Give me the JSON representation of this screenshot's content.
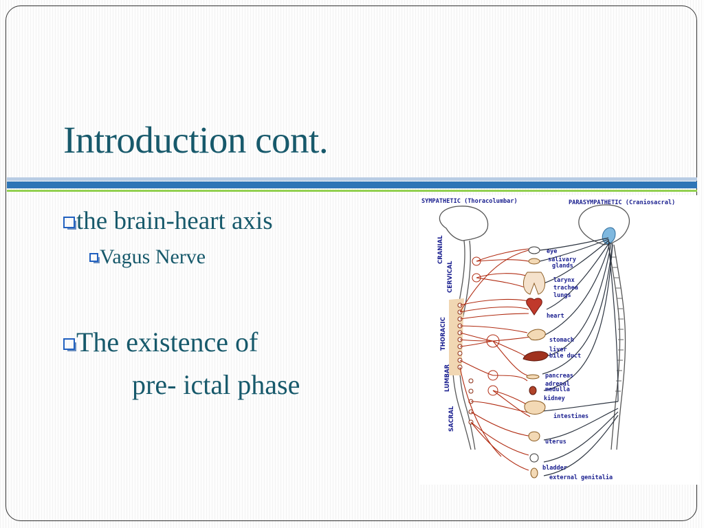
{
  "slide": {
    "title": "Introduction cont.",
    "bullets": [
      {
        "level": 1,
        "text": "the brain-heart axis"
      },
      {
        "level": 2,
        "text": "Vagus Nerve"
      },
      {
        "level": 1,
        "text": "The existence of",
        "continuation": "pre- ictal phase"
      }
    ]
  },
  "diagram": {
    "headers": {
      "sympathetic": "SYMPATHETIC (Thoracolumbar)",
      "parasympathetic": "PARASYMPATHETIC (Craniosacral)"
    },
    "segments": [
      "CRANIAL",
      "CERVICAL",
      "THORACIC",
      "LUMBAR",
      "SACRAL"
    ],
    "organs": {
      "eye": "eye",
      "salivary": "salivary",
      "glands": "glands",
      "larynx": "larynx",
      "trachea": "trachea",
      "lungs": "lungs",
      "heart": "heart",
      "stomach": "stomach",
      "liver": "liver",
      "bile_duct": "bile duct",
      "pancreas": "pancreas",
      "adrenal": "adrenal",
      "medulla": "medulla",
      "kidney": "kidney",
      "intestines": "intestines",
      "uterus": "uterus",
      "bladder": "bladder",
      "external_genitalia": "external genitalia"
    }
  },
  "colors": {
    "title": "#17596b",
    "text": "#17596b",
    "bullet_box": "#1f5fbf",
    "band_top": "#b8cce4",
    "band_mid": "#2e75b6",
    "band_bottom": "#92d050",
    "sympathetic_nerve": "#b02a10",
    "parasympathetic_nerve": "#2c3440",
    "label": "#1a1f8f"
  }
}
